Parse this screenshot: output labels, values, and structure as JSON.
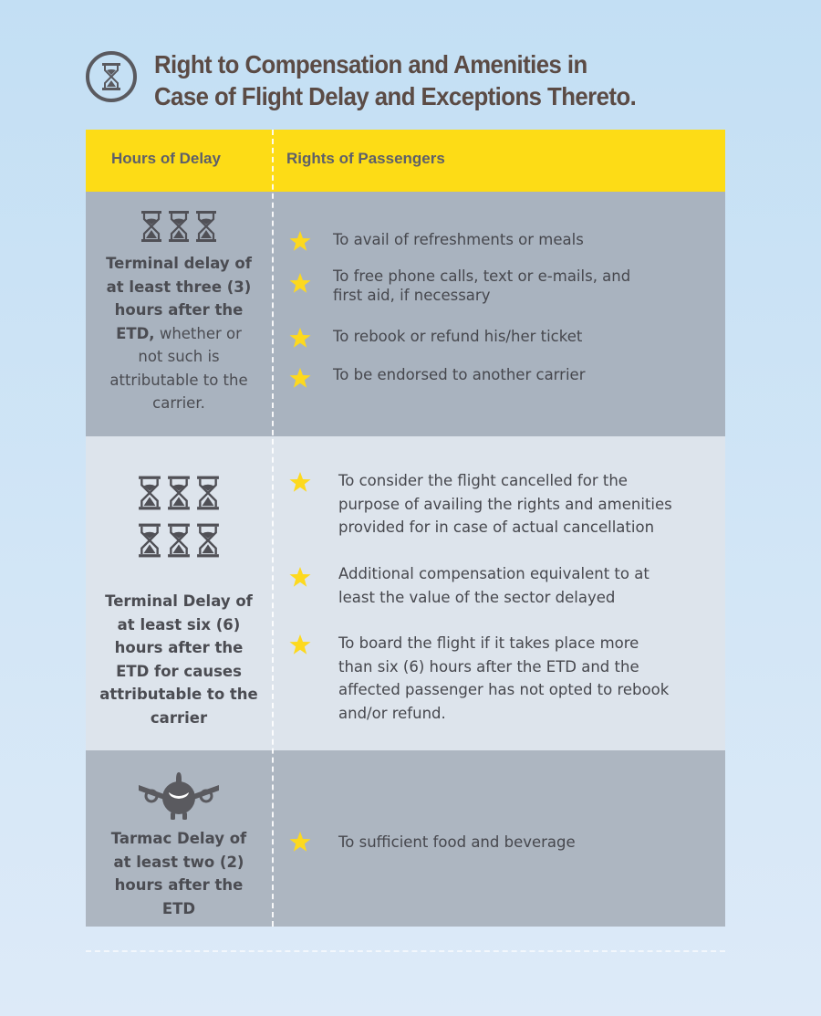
{
  "title": {
    "icon": "hourglass-circle-icon",
    "line1": "Right to Compensation and Amenities in",
    "line2": "Case of Flight Delay and Exceptions Thereto."
  },
  "colors": {
    "header_yellow": "#fddc16",
    "row_dark": "#a9b3bf",
    "row_light": "#dde4ec",
    "star_yellow": "#fdd91e",
    "title_brown": "#5b4b45",
    "icon_gray": "#5a5a5f"
  },
  "table": {
    "headers": {
      "col1": "Hours of Delay",
      "col2": "Rights of Passengers"
    },
    "rows": [
      {
        "icon": "hourglass-icon",
        "icon_count": 3,
        "delay_bold": "Terminal delay of at least three (3) hours after the ETD,",
        "delay_l1": "Terminal delay of",
        "delay_l2": "at least three (3)",
        "delay_l3": "hours after the",
        "delay_l4b": "ETD,",
        "delay_l4": " whether or",
        "delay_l5": "not such is",
        "delay_l6": "attributable to the",
        "delay_l7": "carrier.",
        "rights": [
          {
            "l1": "To avail of refreshments or meals"
          },
          {
            "l1": "To free phone calls, text or e-mails, and",
            "l2": "first aid, if necessary"
          },
          {
            "l1": "To rebook or refund his/her ticket"
          },
          {
            "l1": "To be endorsed to another carrier"
          }
        ]
      },
      {
        "icon": "hourglass-icon",
        "icon_count": 6,
        "delay_l1": "Terminal Delay of",
        "delay_l2": "at least six (6)",
        "delay_l3": "hours after the",
        "delay_l4": "ETD for causes",
        "delay_l5": "attributable to the",
        "delay_l6": "carrier",
        "rights": [
          {
            "l1": "To consider the flight cancelled for the",
            "l2": "purpose of availing the rights and amenities",
            "l3": "provided for in case of actual cancellation"
          },
          {
            "l1": "Additional compensation equivalent to at",
            "l2": "least the value of the sector delayed"
          },
          {
            "l1": "To board the flight if it takes place more",
            "l2": "than six (6) hours after the ETD and the",
            "l3": "affected passenger has not opted to rebook",
            "l4": "and/or refund."
          }
        ]
      },
      {
        "icon": "airplane-front-icon",
        "delay_l1": "Tarmac Delay of",
        "delay_l2": "at least two (2)",
        "delay_l3": "hours after the",
        "delay_l4": "ETD",
        "rights": [
          {
            "l1": "To sufficient food and beverage"
          }
        ]
      }
    ]
  }
}
